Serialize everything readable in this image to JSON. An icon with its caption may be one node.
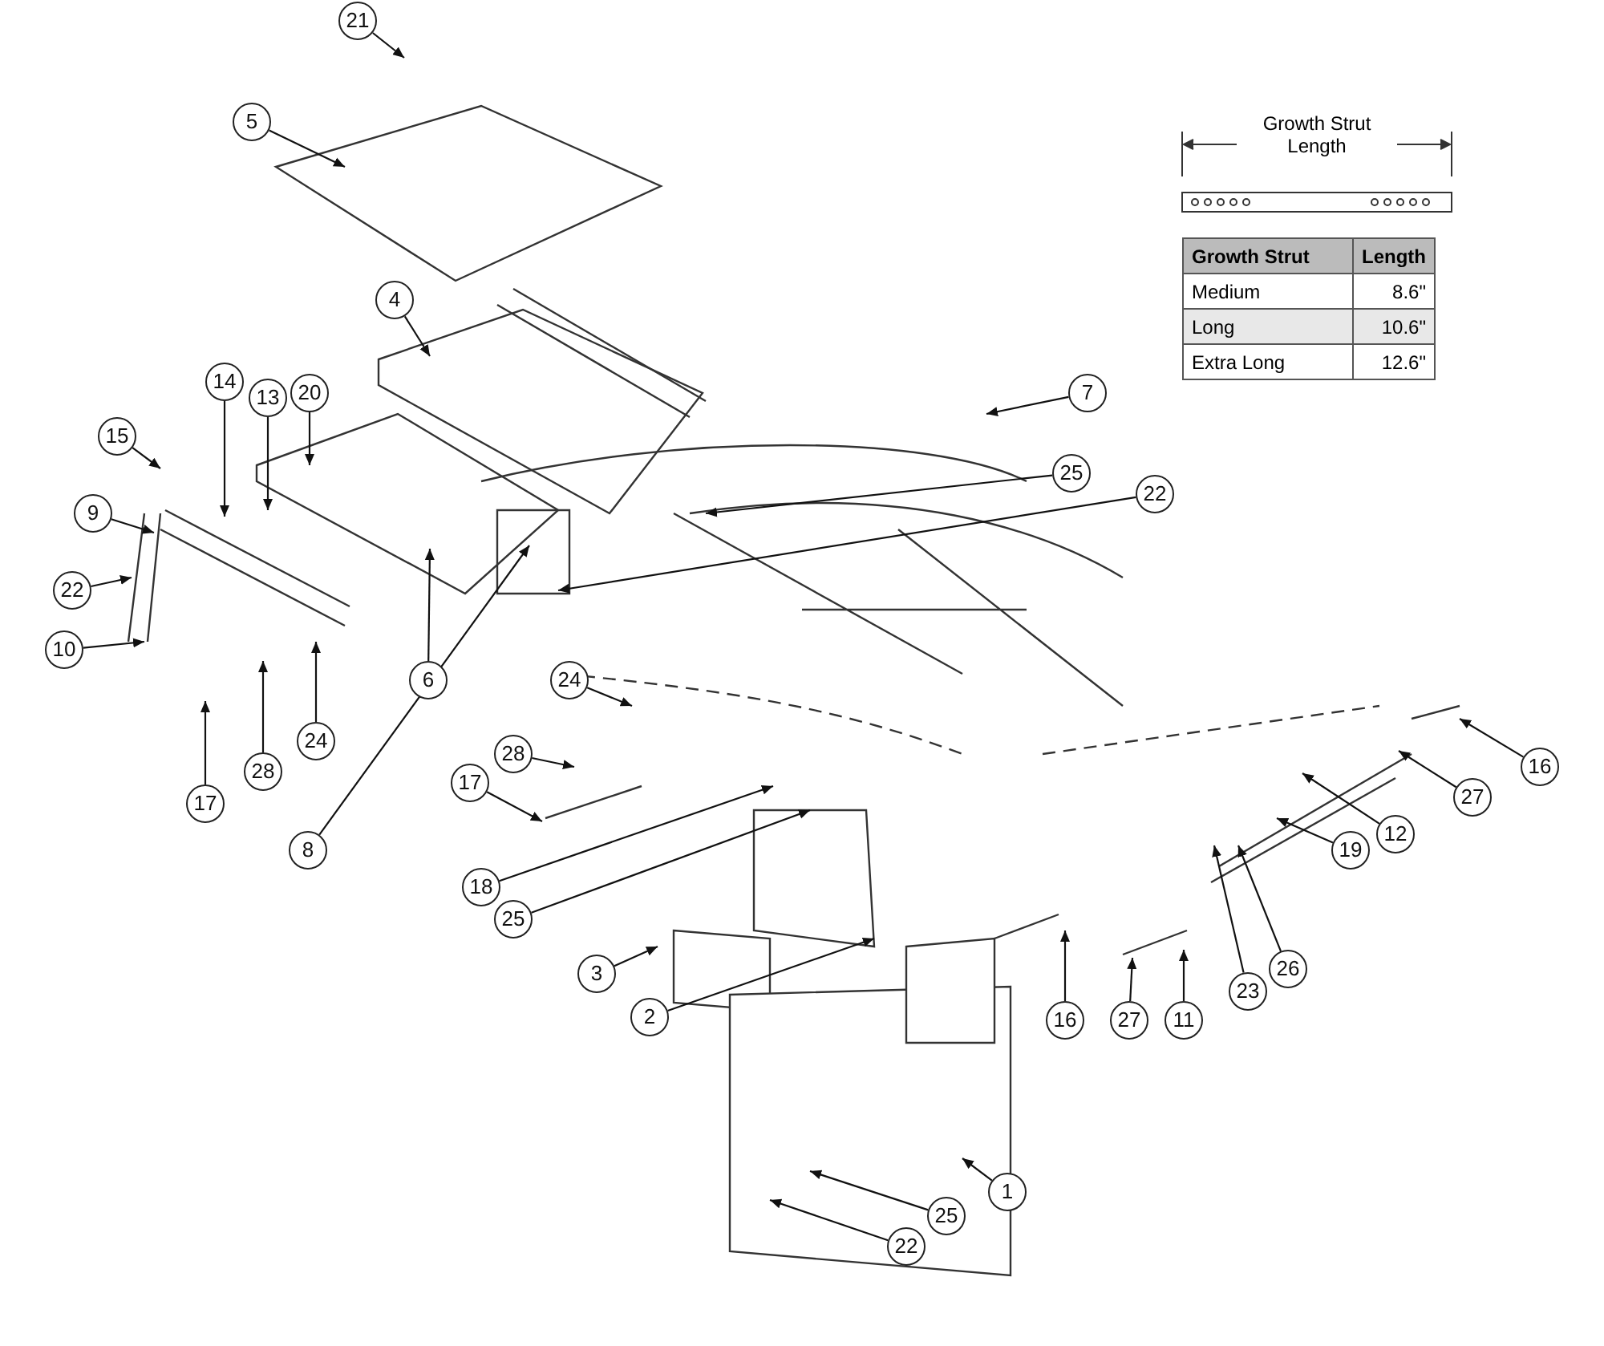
{
  "diagram": {
    "nodes": [
      {
        "text": [
          "21"
        ]
      },
      {
        "text": [
          "5"
        ]
      },
      {
        "text": [
          "4"
        ]
      },
      {
        "text": [
          "7"
        ]
      },
      {
        "text": [
          "14"
        ]
      },
      {
        "text": [
          "13"
        ]
      },
      {
        "text": [
          "20"
        ]
      },
      {
        "text": [
          "15"
        ]
      },
      {
        "text": [
          "25"
        ]
      },
      {
        "text": [
          "22"
        ]
      },
      {
        "text": [
          "9"
        ]
      },
      {
        "text": [
          "22"
        ]
      },
      {
        "text": [
          "10"
        ]
      },
      {
        "text": [
          "6"
        ]
      },
      {
        "text": [
          "24"
        ]
      },
      {
        "text": [
          "24"
        ]
      },
      {
        "text": [
          "28"
        ]
      },
      {
        "text": [
          "16"
        ]
      },
      {
        "text": [
          "17"
        ]
      },
      {
        "text": [
          "28"
        ]
      },
      {
        "text": [
          "17"
        ]
      },
      {
        "text": [
          "27"
        ]
      },
      {
        "text": [
          "12"
        ]
      },
      {
        "text": [
          "19"
        ]
      },
      {
        "text": [
          "8"
        ]
      },
      {
        "text": [
          "18"
        ]
      },
      {
        "text": [
          "25"
        ]
      },
      {
        "text": [
          "26"
        ]
      },
      {
        "text": [
          "3"
        ]
      },
      {
        "text": [
          "23"
        ]
      },
      {
        "text": [
          "2"
        ]
      },
      {
        "text": [
          "16"
        ]
      },
      {
        "text": [
          "27"
        ]
      },
      {
        "text": [
          "11"
        ]
      },
      {
        "text": [
          "1"
        ]
      },
      {
        "text": [
          "25"
        ]
      },
      {
        "text": [
          "22"
        ]
      }
    ],
    "edges": [
      {
        "from": 0,
        "to": null,
        "arrow": "to"
      },
      {
        "from": 1,
        "to": null,
        "arrow": "to"
      },
      {
        "from": 2,
        "to": null,
        "arrow": "to"
      },
      {
        "from": 3,
        "to": null,
        "arrow": "to"
      },
      {
        "from": 4,
        "to": null,
        "arrow": "to"
      },
      {
        "from": 5,
        "to": null,
        "arrow": "to"
      },
      {
        "from": 6,
        "to": null,
        "arrow": "to"
      },
      {
        "from": 7,
        "to": null,
        "arrow": "to"
      },
      {
        "from": 8,
        "to": null,
        "arrow": "to"
      },
      {
        "from": 9,
        "to": null,
        "arrow": "to"
      },
      {
        "from": 10,
        "to": null,
        "arrow": "to"
      },
      {
        "from": 11,
        "to": null,
        "arrow": "to"
      },
      {
        "from": 12,
        "to": null,
        "arrow": "to"
      },
      {
        "from": 13,
        "to": null,
        "arrow": "to"
      },
      {
        "from": 14,
        "to": null,
        "arrow": "to"
      },
      {
        "from": 15,
        "to": null,
        "arrow": "to"
      },
      {
        "from": 16,
        "to": null,
        "arrow": "to"
      },
      {
        "from": 17,
        "to": null,
        "arrow": "to"
      },
      {
        "from": 18,
        "to": null,
        "arrow": "to"
      },
      {
        "from": 19,
        "to": null,
        "arrow": "to"
      },
      {
        "from": 20,
        "to": null,
        "arrow": "to"
      },
      {
        "from": 21,
        "to": null,
        "arrow": "to"
      },
      {
        "from": 22,
        "to": null,
        "arrow": "to"
      },
      {
        "from": 23,
        "to": null,
        "arrow": "to"
      },
      {
        "from": 24,
        "to": null,
        "arrow": "to"
      },
      {
        "from": 25,
        "to": null,
        "arrow": "to"
      },
      {
        "from": 26,
        "to": null,
        "arrow": "to"
      },
      {
        "from": 27,
        "to": null,
        "arrow": "to"
      },
      {
        "from": 28,
        "to": null,
        "arrow": "to"
      },
      {
        "from": 29,
        "to": null,
        "arrow": "to"
      },
      {
        "from": 30,
        "to": null,
        "arrow": "to"
      },
      {
        "from": 31,
        "to": null,
        "arrow": "to"
      },
      {
        "from": 32,
        "to": null,
        "arrow": "to"
      },
      {
        "from": 33,
        "to": null,
        "arrow": "to"
      },
      {
        "from": 34,
        "to": null,
        "arrow": "to"
      },
      {
        "from": 35,
        "to": null,
        "arrow": "to"
      },
      {
        "from": 36,
        "to": null,
        "arrow": "to"
      }
    ],
    "labels": [
      "Growth Strut Length",
      "Growth Strut",
      "Length",
      "Medium",
      "8.6\"",
      "Long",
      "10.6\"",
      "Extra Long",
      "12.6\""
    ]
  }
}
